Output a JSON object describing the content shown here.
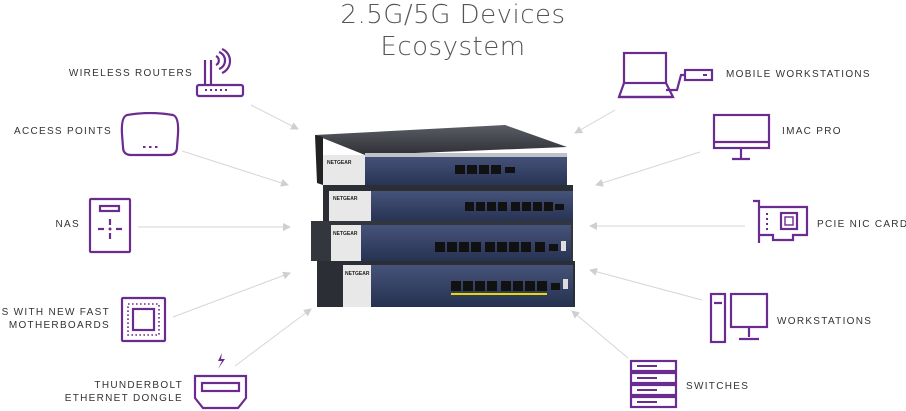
{
  "title": {
    "line1": "2.5G/5G Devices",
    "line2": "Ecosystem"
  },
  "accent_color": "#6b2c91",
  "arrow_color": "#cfcfcf",
  "left_devices": [
    {
      "label": "WIRELESS ROUTERS",
      "icon": "wireless-router-icon"
    },
    {
      "label": "ACCESS POINTS",
      "icon": "access-point-icon"
    },
    {
      "label": "NAS",
      "icon": "nas-icon"
    },
    {
      "label_line1": "PCS WITH NEW FAST",
      "label_line2": "MOTHERBOARDS",
      "icon": "motherboard-chip-icon"
    },
    {
      "label_line1": "THUNDERBOLT",
      "label_line2": "ETHERNET DONGLE",
      "icon": "thunderbolt-dongle-icon"
    }
  ],
  "right_devices": [
    {
      "label": "MOBILE WORKSTATIONS",
      "icon": "laptop-icon"
    },
    {
      "label": "IMAC PRO",
      "icon": "monitor-icon"
    },
    {
      "label": "PCIE NIC CARDS",
      "icon": "pcie-card-icon"
    },
    {
      "label": "WORKSTATIONS",
      "icon": "desktop-tower-icon"
    },
    {
      "label": "SWITCHES",
      "icon": "server-rack-icon"
    }
  ],
  "center": {
    "brand": "NETGEAR",
    "icon": "switch-stack-image"
  }
}
